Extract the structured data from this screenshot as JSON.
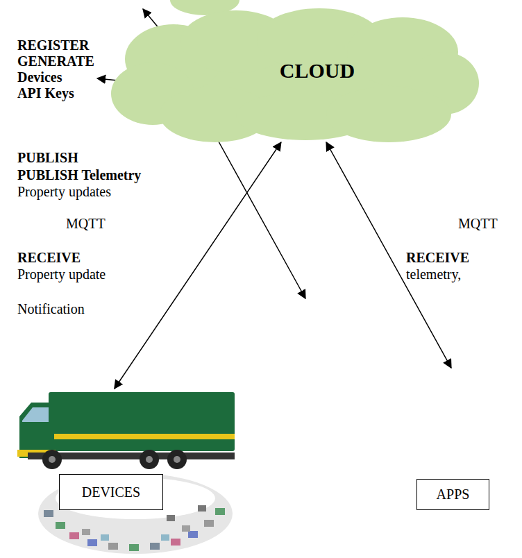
{
  "diagram": {
    "nodes": [
      {
        "text": [
          "CLOUD"
        ]
      },
      {
        "text": [
          "DEVICES"
        ]
      },
      {
        "text": [
          "APPS"
        ]
      }
    ],
    "edges": [
      {
        "from": 1,
        "to": 0,
        "arrow": "both"
      },
      {
        "from": 0,
        "to": 2,
        "arrow": "both"
      }
    ],
    "labels": [
      "REGISTER",
      "GENERATE",
      "Devices",
      "API Keys",
      "PUBLISH",
      "PUBLISH Telemetry",
      "Property updates",
      "MQTT",
      "RECEIVE",
      "Property update",
      "Notification",
      "MQTT",
      "RECEIVE",
      "telemetry,"
    ]
  }
}
